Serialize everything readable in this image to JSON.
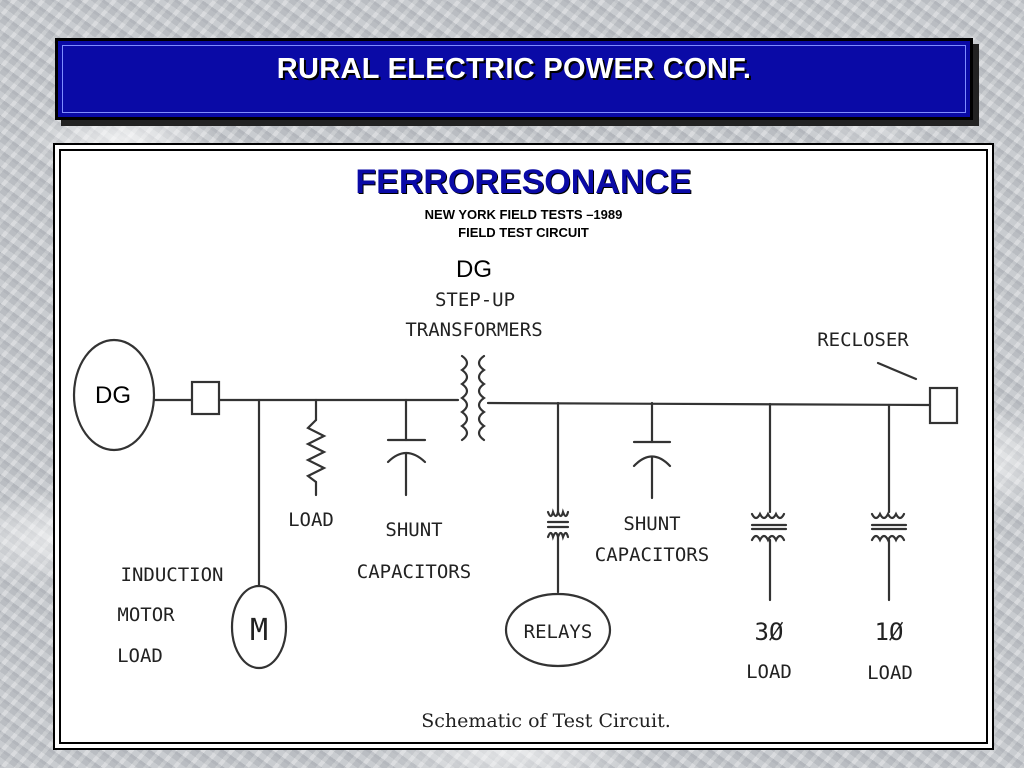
{
  "header": {
    "title": "RURAL ELECTRIC POWER CONF."
  },
  "slide": {
    "title": "FERRORESONANCE",
    "subtitle1": "NEW YORK FIELD TESTS –1989",
    "subtitle2": "FIELD TEST CIRCUIT"
  },
  "diagram": {
    "dg_top": "DG",
    "step_up_1": "STEP-UP",
    "step_up_2": "TRANSFORMERS",
    "recloser": "RECLOSER",
    "dg_generator": "DG",
    "load": "LOAD",
    "shunt_left_1": "SHUNT",
    "shunt_left_2": "CAPACITORS",
    "shunt_right_1": "SHUNT",
    "shunt_right_2": "CAPACITORS",
    "induction_1": "INDUCTION",
    "induction_2": "MOTOR",
    "induction_3": "LOAD",
    "motor": "M",
    "relays": "RELAYS",
    "three_phase_1": "3Ø",
    "three_phase_2": "LOAD",
    "single_phase_1": "1Ø",
    "single_phase_2": "LOAD",
    "caption": "Schematic of Test Circuit."
  }
}
